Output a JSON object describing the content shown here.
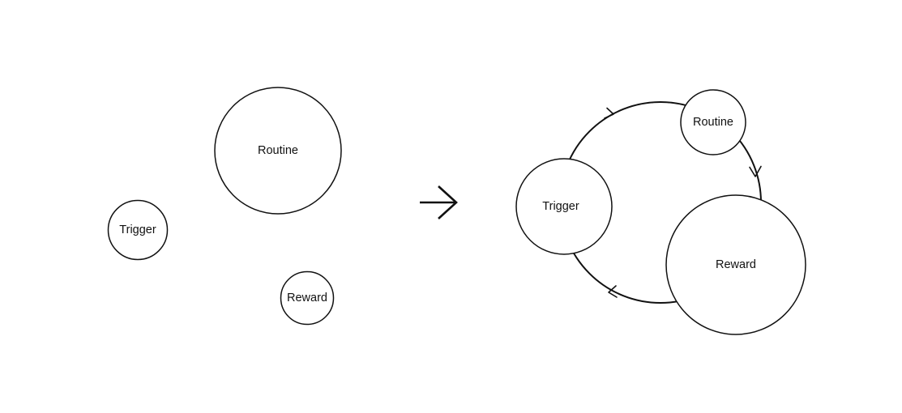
{
  "before": {
    "trigger": {
      "label": "Trigger"
    },
    "routine": {
      "label": "Routine"
    },
    "reward": {
      "label": "Reward"
    }
  },
  "after": {
    "trigger": {
      "label": "Trigger"
    },
    "routine": {
      "label": "Routine"
    },
    "reward": {
      "label": "Reward"
    }
  },
  "connector": {
    "icon": "arrow-right-icon"
  },
  "cycle": {
    "direction": "clockwise",
    "icon": "cycle-arrowhead-icon"
  }
}
